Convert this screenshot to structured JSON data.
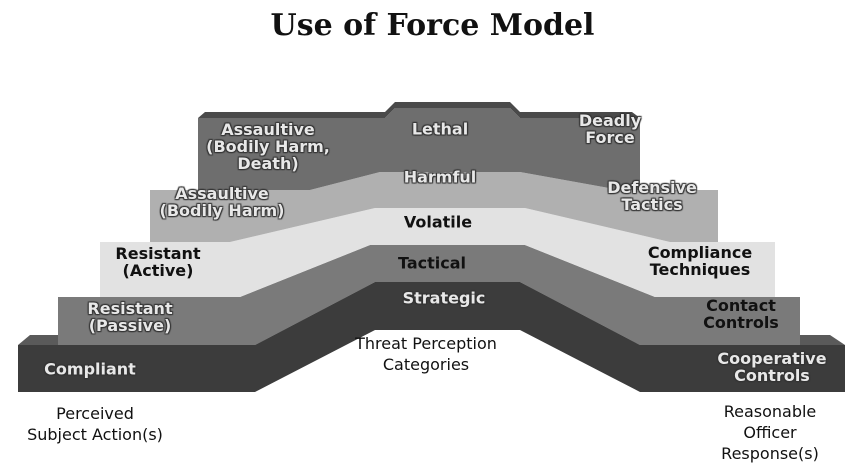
{
  "title": "Use of Force Model",
  "levels": [
    {
      "subject": "Assaultive\n(Bodily Harm,\nDeath)",
      "threat": "Lethal",
      "response": "Deadly\nForce"
    },
    {
      "subject": "Assaultive\n(Bodily Harm)",
      "threat": "Harmful",
      "response": "Defensive\nTactics"
    },
    {
      "subject": "",
      "threat": "Volatile",
      "response": ""
    },
    {
      "subject": "Resistant\n(Active)",
      "threat": "Tactical",
      "response": "Compliance\nTechniques"
    },
    {
      "subject": "Resistant\n(Passive)",
      "threat": "Strategic",
      "response": "Contact\nControls"
    },
    {
      "subject": "Compliant",
      "threat": "",
      "response": "Cooperative\nControls"
    }
  ],
  "footer": {
    "left": "Perceived\nSubject Action(s)",
    "center": "Threat Perception\nCategories",
    "right": "Reasonable Officer\nResponse(s)"
  },
  "colors": {
    "step_dark": "#3c3c3c",
    "step_mid_dark": "#6e6e6e",
    "step_mid": "#a8a8a8",
    "step_light": "#dedede",
    "step_lighter": "#b4b4b4",
    "step_top": "#5a5a5a"
  }
}
